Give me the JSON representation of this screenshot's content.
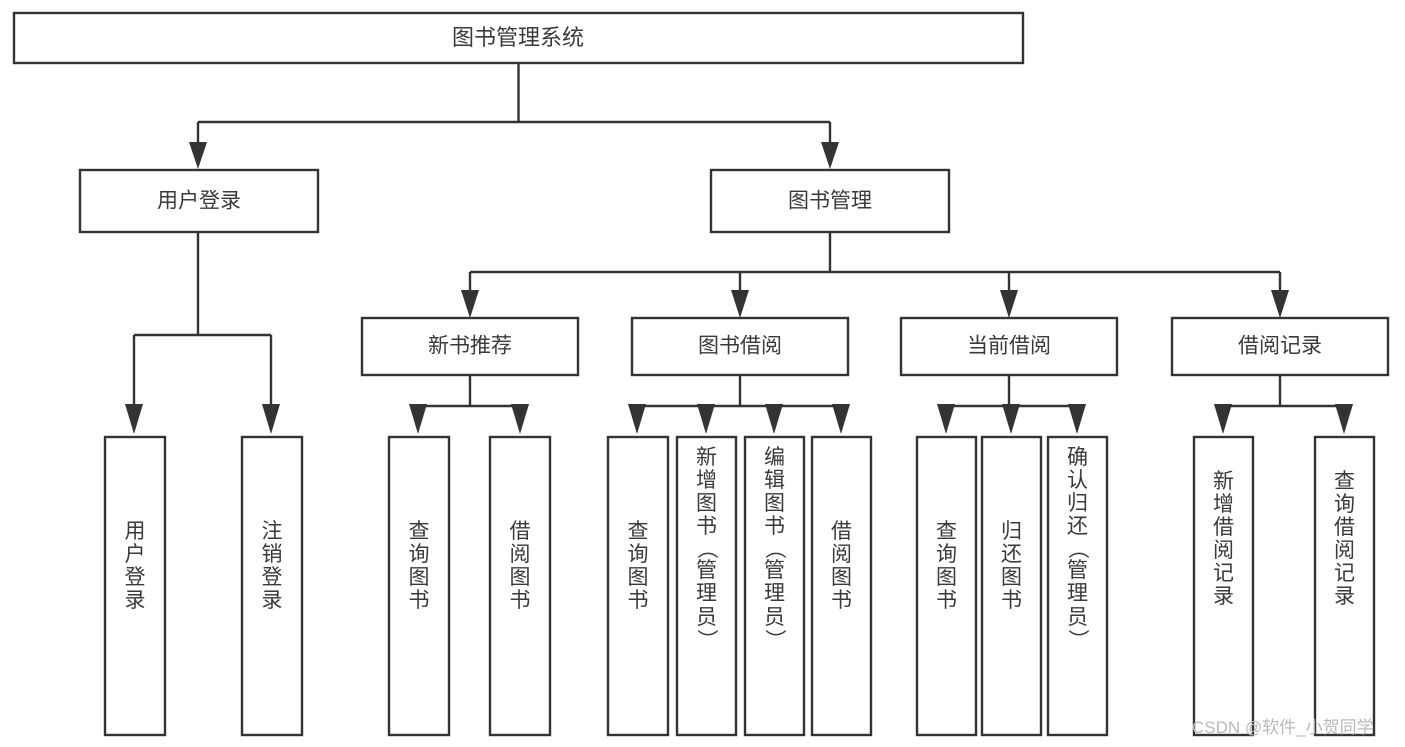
{
  "diagram": {
    "type": "tree",
    "title": "图书管理系统",
    "watermark": "CSDN @软件_小贺同学",
    "colors": {
      "stroke": "#333333",
      "fill": "#ffffff",
      "text": "#3a3a3a",
      "watermark": "#b9b9b9",
      "background": "#ffffff"
    },
    "levels": {
      "root": "图书管理系统",
      "level2": [
        "用户登录",
        "图书管理"
      ],
      "level3": [
        "新书推荐",
        "图书借阅",
        "当前借阅",
        "借阅记录"
      ]
    },
    "nodes": {
      "root": {
        "label": "图书管理系统"
      },
      "user_login": {
        "label": "用户登录"
      },
      "book_manage": {
        "label": "图书管理"
      },
      "new_book_rec": {
        "label": "新书推荐"
      },
      "book_borrow": {
        "label": "图书借阅"
      },
      "current_borrow": {
        "label": "当前借阅"
      },
      "borrow_record": {
        "label": "借阅记录"
      }
    },
    "leaves": {
      "user_login": [
        {
          "label": "用户登录"
        },
        {
          "label": "注销登录"
        }
      ],
      "new_book_rec": [
        {
          "label": "查询图书"
        },
        {
          "label": "借阅图书"
        }
      ],
      "book_borrow": [
        {
          "label": "查询图书"
        },
        {
          "label": "新增图书（管理员）"
        },
        {
          "label": "编辑图书（管理员）"
        },
        {
          "label": "借阅图书"
        }
      ],
      "current_borrow": [
        {
          "label": "查询图书"
        },
        {
          "label": "归还图书"
        },
        {
          "label": "确认归还（管理员）"
        }
      ],
      "borrow_record": [
        {
          "label": "新增借阅记录"
        },
        {
          "label": "查询借阅记录"
        }
      ]
    },
    "edges": [
      {
        "from": "图书管理系统",
        "to": "用户登录"
      },
      {
        "from": "图书管理系统",
        "to": "图书管理"
      },
      {
        "from": "图书管理",
        "to": "新书推荐"
      },
      {
        "from": "图书管理",
        "to": "图书借阅"
      },
      {
        "from": "图书管理",
        "to": "当前借阅"
      },
      {
        "from": "图书管理",
        "to": "借阅记录"
      },
      {
        "from": "用户登录",
        "to": "用户登录"
      },
      {
        "from": "用户登录",
        "to": "注销登录"
      },
      {
        "from": "新书推荐",
        "to": "查询图书"
      },
      {
        "from": "新书推荐",
        "to": "借阅图书"
      },
      {
        "from": "图书借阅",
        "to": "查询图书"
      },
      {
        "from": "图书借阅",
        "to": "新增图书（管理员）"
      },
      {
        "from": "图书借阅",
        "to": "编辑图书（管理员）"
      },
      {
        "from": "图书借阅",
        "to": "借阅图书"
      },
      {
        "from": "当前借阅",
        "to": "查询图书"
      },
      {
        "from": "当前借阅",
        "to": "归还图书"
      },
      {
        "from": "当前借阅",
        "to": "确认归还（管理员）"
      },
      {
        "from": "借阅记录",
        "to": "新增借阅记录"
      },
      {
        "from": "借阅记录",
        "to": "查询借阅记录"
      }
    ]
  }
}
